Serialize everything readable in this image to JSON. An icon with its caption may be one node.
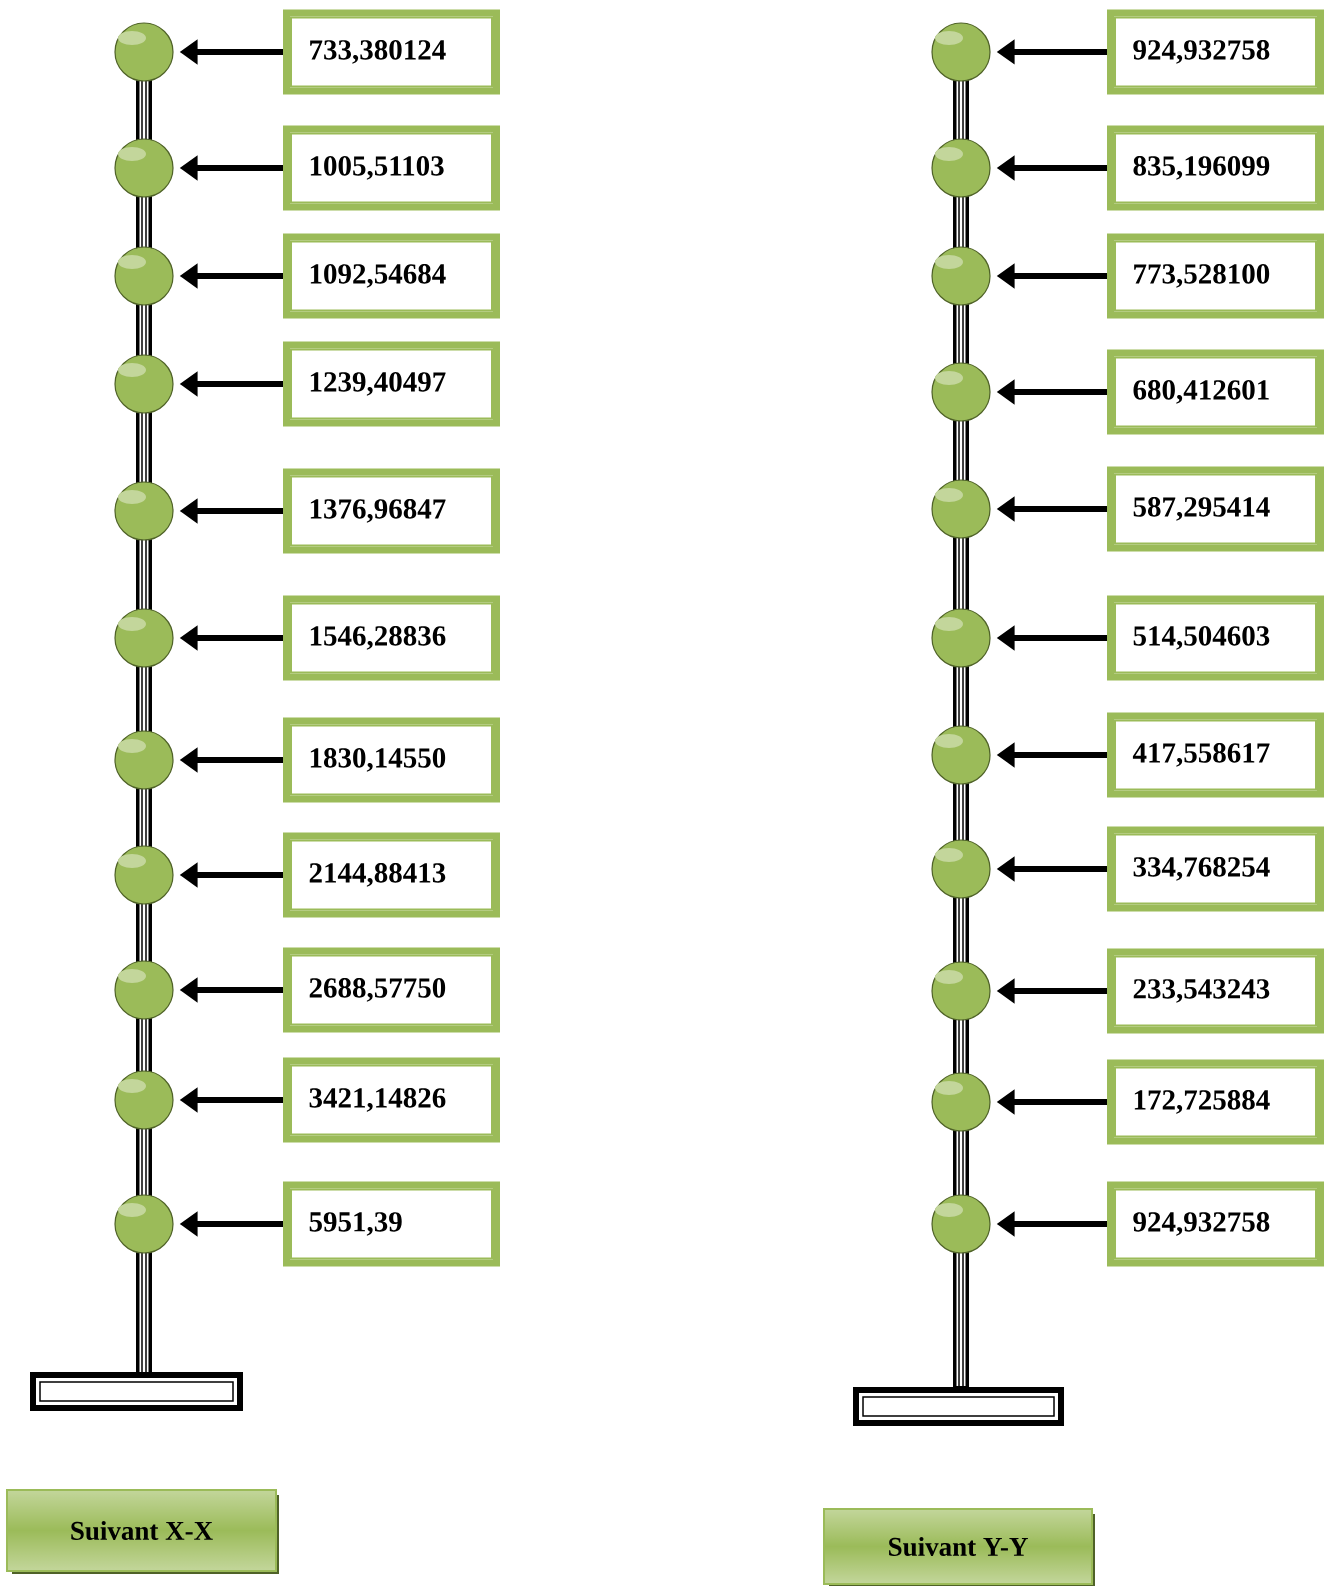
{
  "diagram": {
    "nodes": [
      {
        "text": [],
        "shape": "circle"
      },
      {
        "text": [
          "733,380124"
        ]
      },
      {
        "text": [],
        "shape": "circle"
      },
      {
        "text": [
          "1005,51103"
        ]
      },
      {
        "text": [],
        "shape": "circle"
      },
      {
        "text": [
          "1092,54684"
        ]
      },
      {
        "text": [],
        "shape": "circle"
      },
      {
        "text": [
          "1239,40497"
        ]
      },
      {
        "text": [],
        "shape": "circle"
      },
      {
        "text": [
          "1376,96847"
        ]
      },
      {
        "text": [],
        "shape": "circle"
      },
      {
        "text": [
          "1546,28836"
        ]
      },
      {
        "text": [],
        "shape": "circle"
      },
      {
        "text": [
          "1830,14550"
        ]
      },
      {
        "text": [],
        "shape": "circle"
      },
      {
        "text": [
          "2144,88413"
        ]
      },
      {
        "text": [],
        "shape": "circle"
      },
      {
        "text": [
          "2688,57750"
        ]
      },
      {
        "text": [],
        "shape": "circle"
      },
      {
        "text": [
          "3421,14826"
        ]
      },
      {
        "text": [],
        "shape": "circle"
      },
      {
        "text": [
          "5951,39"
        ]
      },
      {
        "text": [
          "Suivant X-X"
        ]
      },
      {
        "text": [],
        "shape": "circle"
      },
      {
        "text": [
          "924,932758"
        ]
      },
      {
        "text": [],
        "shape": "circle"
      },
      {
        "text": [
          "835,196099"
        ]
      },
      {
        "text": [],
        "shape": "circle"
      },
      {
        "text": [
          "773,528100"
        ]
      },
      {
        "text": [],
        "shape": "circle"
      },
      {
        "text": [
          "680,412601"
        ]
      },
      {
        "text": [],
        "shape": "circle"
      },
      {
        "text": [
          "587,295414"
        ]
      },
      {
        "text": [],
        "shape": "circle"
      },
      {
        "text": [
          "514,504603"
        ]
      },
      {
        "text": [],
        "shape": "circle"
      },
      {
        "text": [
          "417,558617"
        ]
      },
      {
        "text": [],
        "shape": "circle"
      },
      {
        "text": [
          "334,768254"
        ]
      },
      {
        "text": [],
        "shape": "circle"
      },
      {
        "text": [
          "233,543243"
        ]
      },
      {
        "text": [],
        "shape": "circle"
      },
      {
        "text": [
          "172,725884"
        ]
      },
      {
        "text": [],
        "shape": "circle"
      },
      {
        "text": [
          "924,932758"
        ]
      },
      {
        "text": [
          "Suivant Y-Y"
        ]
      }
    ],
    "edges": [
      {
        "from": 1,
        "to": 0,
        "arrow": "to"
      },
      {
        "from": 3,
        "to": 2,
        "arrow": "to"
      },
      {
        "from": 5,
        "to": 4,
        "arrow": "to"
      },
      {
        "from": 7,
        "to": 6,
        "arrow": "to"
      },
      {
        "from": 9,
        "to": 8,
        "arrow": "to"
      },
      {
        "from": 11,
        "to": 10,
        "arrow": "to"
      },
      {
        "from": 13,
        "to": 12,
        "arrow": "to"
      },
      {
        "from": 15,
        "to": 14,
        "arrow": "to"
      },
      {
        "from": 17,
        "to": 16,
        "arrow": "to"
      },
      {
        "from": 19,
        "to": 18,
        "arrow": "to"
      },
      {
        "from": 21,
        "to": 20,
        "arrow": "to"
      },
      {
        "from": 24,
        "to": 23,
        "arrow": "to"
      },
      {
        "from": 26,
        "to": 25,
        "arrow": "to"
      },
      {
        "from": 28,
        "to": 27,
        "arrow": "to"
      },
      {
        "from": 30,
        "to": 29,
        "arrow": "to"
      },
      {
        "from": 32,
        "to": 31,
        "arrow": "to"
      },
      {
        "from": 34,
        "to": 33,
        "arrow": "to"
      },
      {
        "from": 36,
        "to": 35,
        "arrow": "to"
      },
      {
        "from": 38,
        "to": 37,
        "arrow": "to"
      },
      {
        "from": 40,
        "to": 39,
        "arrow": "to"
      },
      {
        "from": 42,
        "to": 41,
        "arrow": "to"
      },
      {
        "from": 44,
        "to": 43,
        "arrow": "to"
      }
    ]
  }
}
